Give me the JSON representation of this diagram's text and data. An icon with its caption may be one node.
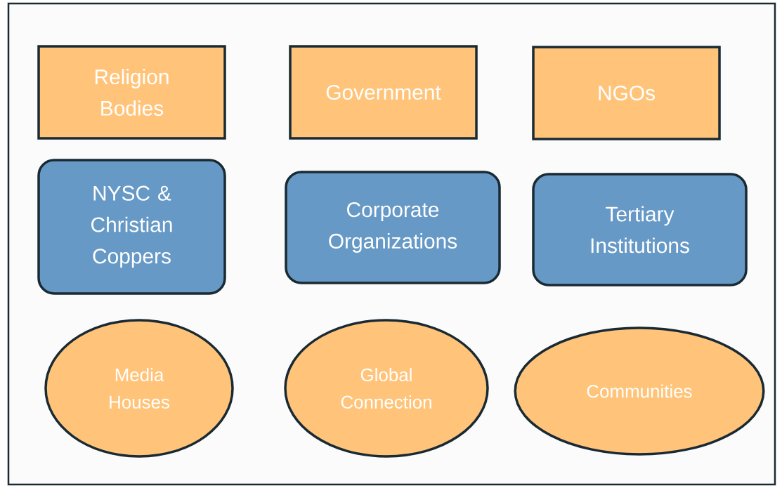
{
  "diagram": {
    "nodes": [
      {
        "text": [
          "Religion Bodies"
        ]
      },
      {
        "text": [
          "Government"
        ]
      },
      {
        "text": [
          "NGOs"
        ]
      },
      {
        "text": [
          "NYSC & Christian Coppers"
        ]
      },
      {
        "text": [
          "Corporate Organizations"
        ]
      },
      {
        "text": [
          "Tertiary Institutions"
        ]
      },
      {
        "text": [
          "Media Houses"
        ]
      },
      {
        "text": [
          "Global Connection"
        ]
      },
      {
        "text": [
          "Communities"
        ]
      }
    ]
  }
}
